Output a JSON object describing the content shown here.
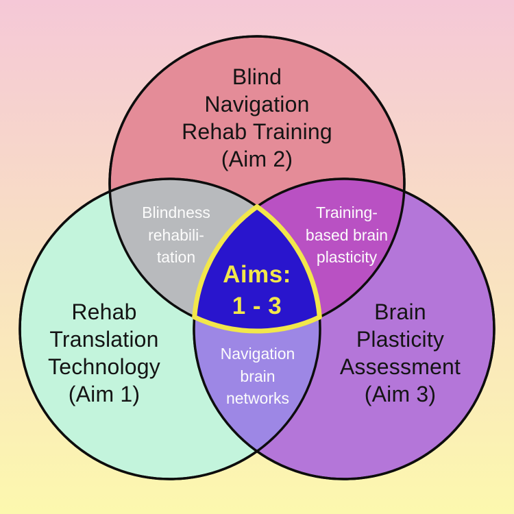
{
  "diagram": {
    "type": "venn-3-circle",
    "background": {
      "gradient_top": "#f5c8d7",
      "gradient_bottom": "#fcf8ae"
    },
    "outline_color": "#0d0d0d",
    "circles": [
      {
        "name": "aim-1",
        "label": "Rehab\nTranslation\nTechnology\n(Aim 1)",
        "fill": "#c3f4dc",
        "text_color": "#141414"
      },
      {
        "name": "aim-2",
        "label": "Blind\nNavigation\nRehab Training\n(Aim 2)",
        "fill": "#e48c98",
        "text_color": "#141414"
      },
      {
        "name": "aim-3",
        "label": "Brain\nPlasticity\nAssessment\n(Aim 3)",
        "fill": "#b476d9",
        "text_color": "#141414"
      }
    ],
    "overlaps": [
      {
        "name": "aim1-aim2",
        "label": "Blindness\nrehabili-\ntation",
        "fill": "#b8babd",
        "text_color": "#fcfcfc"
      },
      {
        "name": "aim2-aim3",
        "label": "Training-\nbased brain\nplasticity",
        "fill": "#b951c3",
        "text_color": "#fcfcfc"
      },
      {
        "name": "aim1-aim3",
        "label": "Navigation\nbrain\nnetworks",
        "fill": "#9d87e5",
        "text_color": "#fcfcfc"
      },
      {
        "name": "all-aims",
        "label": "Aims:\n1 - 3",
        "fill": "#2915cd",
        "border_color": "#f2e74b",
        "text_color": "#f2e74b"
      }
    ]
  }
}
